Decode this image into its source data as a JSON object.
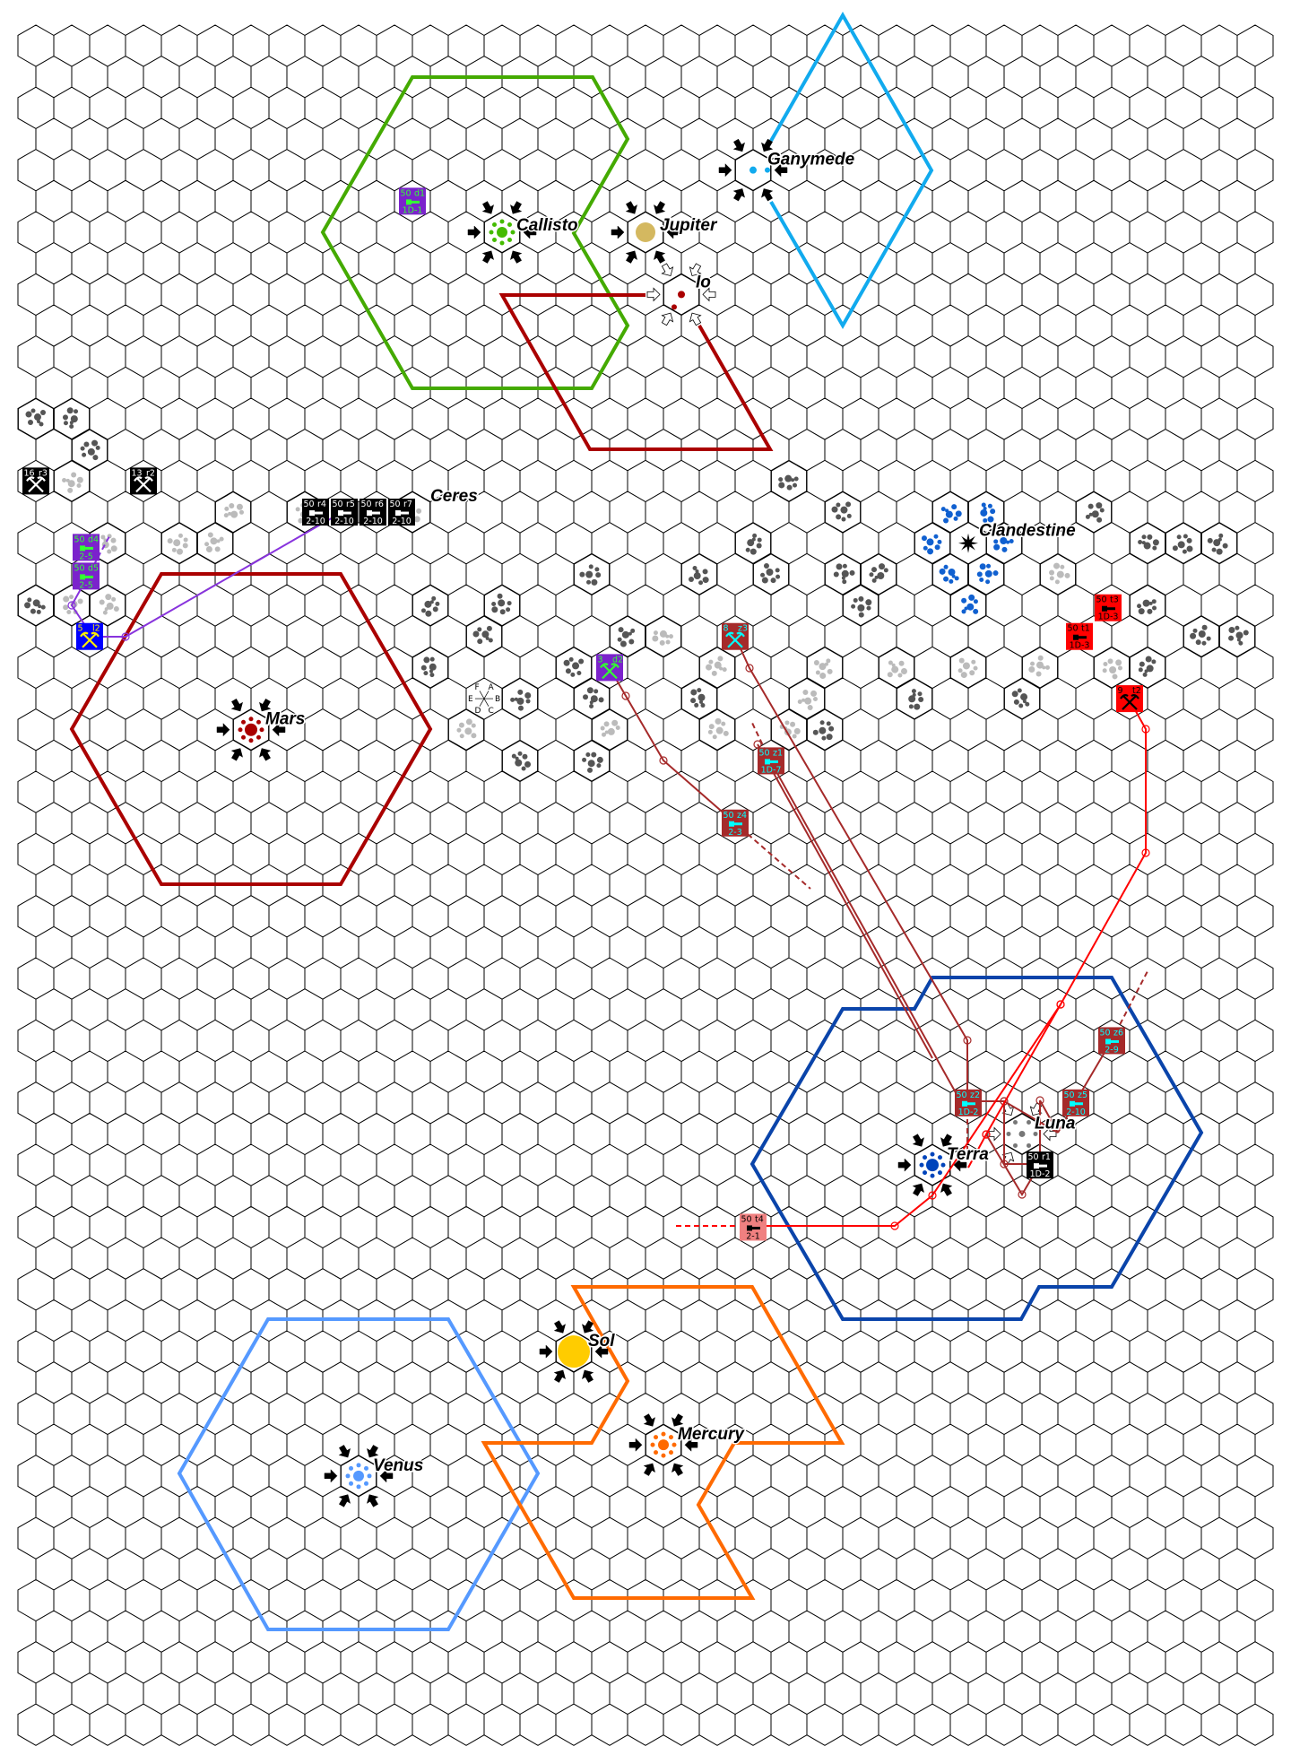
{
  "bodies": [
    {
      "name": "Callisto",
      "color": "#44bb00"
    },
    {
      "name": "Jupiter",
      "color": "#d4b860"
    },
    {
      "name": "Ganymede",
      "color": "#11aaee"
    },
    {
      "name": "Io",
      "color": "#aa0000"
    },
    {
      "name": "Mars",
      "color": "#aa0000"
    },
    {
      "name": "Ceres",
      "color": "#bbbbbb"
    },
    {
      "name": "Clandestine",
      "color": "#000000"
    },
    {
      "name": "Terra",
      "color": "#0044bb"
    },
    {
      "name": "Luna",
      "color": "#777777"
    },
    {
      "name": "Sol",
      "color": "#ffcc00"
    },
    {
      "name": "Mercury",
      "color": "#ff6a00"
    },
    {
      "name": "Venus",
      "color": "#5599ff"
    }
  ],
  "ships": [
    {
      "strength": "50",
      "id": "d1",
      "range": "1D-1",
      "bg": "#7b22cc",
      "fg": "#33ff33"
    },
    {
      "strength": "50",
      "id": "r4",
      "range": "2-10",
      "bg": "#000000",
      "fg": "#ffffff"
    },
    {
      "strength": "50",
      "id": "r5",
      "range": "2-10",
      "bg": "#000000",
      "fg": "#ffffff"
    },
    {
      "strength": "50",
      "id": "r6",
      "range": "2-10",
      "bg": "#000000",
      "fg": "#ffffff"
    },
    {
      "strength": "50",
      "id": "r7",
      "range": "2-10",
      "bg": "#000000",
      "fg": "#ffffff"
    },
    {
      "strength": "50",
      "id": "d4",
      "range": "2-5",
      "bg": "#7b22cc",
      "fg": "#33ff33"
    },
    {
      "strength": "50",
      "id": "d5",
      "range": "2-5",
      "bg": "#7b22cc",
      "fg": "#33ff33"
    },
    {
      "strength": "50",
      "id": "z1",
      "range": "1D-7",
      "bg": "#a52a2a",
      "fg": "#00ffff"
    },
    {
      "strength": "50",
      "id": "z4",
      "range": "2-3",
      "bg": "#a52a2a",
      "fg": "#00ffff"
    },
    {
      "strength": "50",
      "id": "t3",
      "range": "1D-3",
      "bg": "#ff0000",
      "fg": "#000000"
    },
    {
      "strength": "50",
      "id": "t1",
      "range": "1D-3",
      "bg": "#ff0000",
      "fg": "#000000"
    },
    {
      "strength": "50",
      "id": "z6",
      "range": "2-9",
      "bg": "#a52a2a",
      "fg": "#00ffff"
    },
    {
      "strength": "50",
      "id": "z2",
      "range": "1D-2",
      "bg": "#a52a2a",
      "fg": "#00ffff"
    },
    {
      "strength": "50",
      "id": "z5",
      "range": "2-10",
      "bg": "#a52a2a",
      "fg": "#00ffff"
    },
    {
      "strength": "50",
      "id": "r1",
      "range": "1D-2",
      "bg": "#000000",
      "fg": "#ffffff"
    },
    {
      "strength": "50",
      "id": "t4",
      "range": "2-1",
      "bg": "#f08080",
      "fg": "#000000"
    }
  ],
  "mines": [
    {
      "value": "16",
      "id": "r3",
      "bg": "#000000",
      "fg": "#ffffff"
    },
    {
      "value": "13",
      "id": "r2",
      "bg": "#000000",
      "fg": "#ffffff"
    },
    {
      "value": "5",
      "id": "l2",
      "bg": "#0000ff",
      "fg": "#ffee00"
    },
    {
      "value": "3",
      "id": "d2",
      "bg": "#7b22cc",
      "fg": "#33ff33"
    },
    {
      "value": "8",
      "id": "z3",
      "bg": "#a52a2a",
      "fg": "#00ffff"
    },
    {
      "value": "9",
      "id": "t2",
      "bg": "#ff0000",
      "fg": "#000000"
    }
  ],
  "hex_direction_letters": [
    "A",
    "B",
    "C",
    "D",
    "E",
    "F"
  ],
  "zone_colors": {
    "callisto": "#44aa00",
    "io": "#aa0000",
    "ganymede": "#11aaee",
    "mars": "#aa0000",
    "terra": "#0a44aa",
    "venus": "#5599ff",
    "mercury": "#ff6a00"
  }
}
